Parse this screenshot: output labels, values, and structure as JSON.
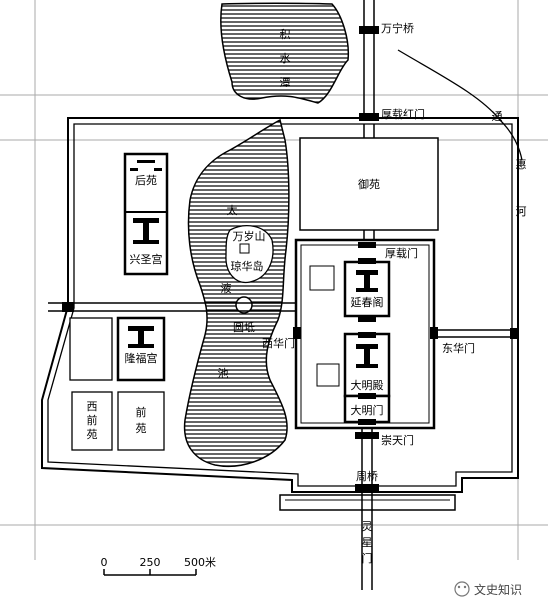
{
  "labels": {
    "jishuitan": [
      "积",
      "水",
      "潭"
    ],
    "wanning_bridge": "万宁桥",
    "tonghui_river": [
      "通",
      "惠",
      "河"
    ],
    "houzai_hongmen": "厚载红门",
    "yuyuan": "御苑",
    "houyuan": "后苑",
    "xingsheng_palace": "兴圣宫",
    "taiye_pond": [
      "太",
      "液",
      "池"
    ],
    "wansui_hill": "万岁山",
    "qionghua_island": "琼华岛",
    "yuandi": "圆坻",
    "houzai_gate": "厚载门",
    "yanchun_pavilion": "延春阁",
    "xihua_gate": "西华门",
    "donghua_gate": "东华门",
    "longfu_palace": "隆福宫",
    "daming_hall": "大明殿",
    "daming_gate": "大明门",
    "chongtian_gate": "崇天门",
    "zhouqiao": "周桥",
    "xiqian_garden": [
      "西",
      "前",
      "苑"
    ],
    "qian_garden": [
      "前",
      "苑"
    ],
    "lingxing_gate": [
      "灵",
      "星",
      "门"
    ]
  },
  "scale": {
    "ticks": [
      "0",
      "250",
      "500米"
    ]
  },
  "watermark": "文史知识"
}
